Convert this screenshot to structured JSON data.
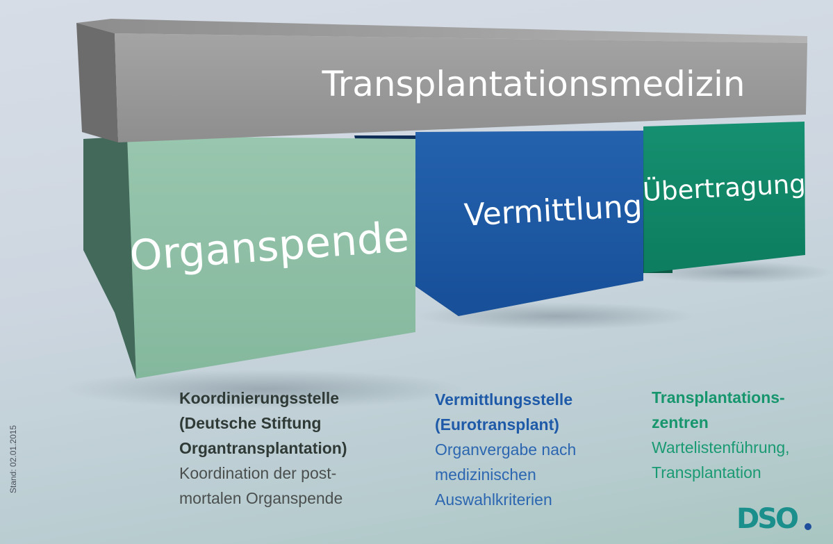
{
  "title": "Transplantationsmedizin",
  "blocks": [
    {
      "label": "Organspende",
      "color": "#8fbfa6"
    },
    {
      "label": "Vermittlung",
      "color": "#1d5aa6"
    },
    {
      "label": "Übertragung",
      "color": "#12886a"
    }
  ],
  "captions": [
    {
      "bold": [
        "Koordinierungsstelle",
        "(Deutsche Stiftung",
        "Organtransplantation)"
      ],
      "normal": [
        "Koordination der post-",
        "mortalen Organspende"
      ]
    },
    {
      "bold": [
        "Vermittlungsstelle",
        "(Eurotransplant)"
      ],
      "normal": [
        "Organvergabe nach",
        "medizinischen",
        "Auswahlkriterien"
      ]
    },
    {
      "bold": [
        "Transplantations-",
        "zentren"
      ],
      "normal": [
        "Wartelistenführung,",
        "Transplantation"
      ]
    }
  ],
  "stand": "Stand: 02.01.2015",
  "logo": "DSO",
  "colors": {
    "beam": "#969696",
    "dso_logo": "#1b8f8c"
  }
}
